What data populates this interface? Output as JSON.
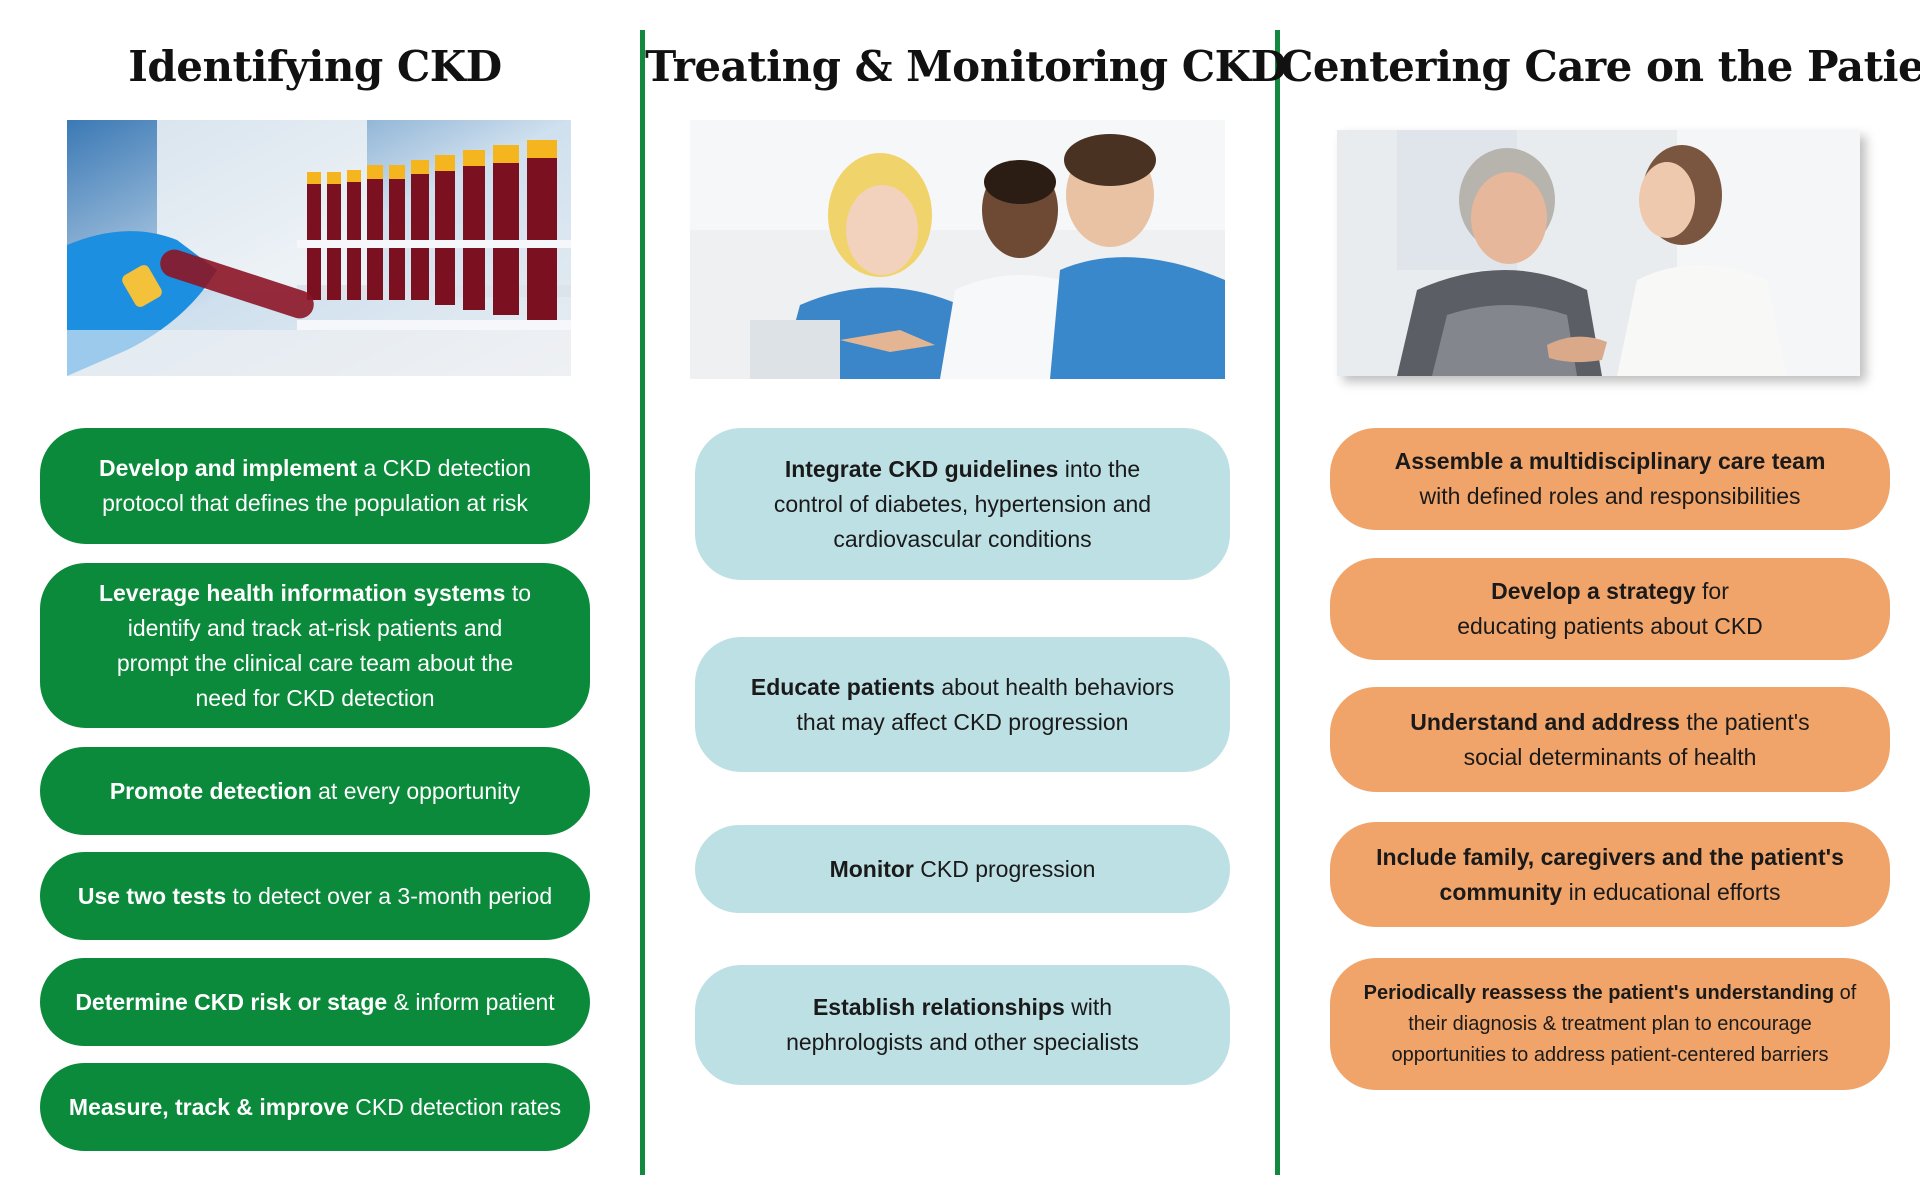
{
  "columns": [
    {
      "title": "Identifying CKD",
      "image": "blood-sample-tubes-photo",
      "cards": [
        {
          "bold": "Develop and implement",
          "rest": " a CKD detection protocol that defines the population at risk"
        },
        {
          "bold": "Leverage health information systems",
          "rest": " to identify and track at-risk patients and prompt the clinical care team about the need for CKD detection"
        },
        {
          "bold": "Promote detection",
          "rest": " at every opportunity"
        },
        {
          "bold": "Use two tests",
          "rest": " to detect over a 3-month period"
        },
        {
          "bold": "Determine CKD risk or stage",
          "rest": " & inform patient"
        },
        {
          "bold": "Measure, track & improve",
          "rest": " CKD detection rates"
        }
      ]
    },
    {
      "title": "Treating & Monitoring CKD",
      "image": "clinicians-reviewing-photo",
      "cards": [
        {
          "bold": "Integrate CKD guidelines",
          "rest": " into the control of diabetes, hypertension and cardiovascular conditions"
        },
        {
          "bold": "Educate patients",
          "rest": " about health behaviors that may affect CKD progression"
        },
        {
          "bold": "Monitor",
          "rest": " CKD progression"
        },
        {
          "bold": "Establish relationships",
          "rest": " with nephrologists and other specialists"
        }
      ]
    },
    {
      "title": "Centering Care on the Patient",
      "image": "patient-consultation-photo",
      "cards": [
        {
          "bold": "Assemble a multidisciplinary care team",
          "rest": " with defined roles and responsibilities"
        },
        {
          "bold": "Develop a strategy",
          "rest": " for educating patients about CKD"
        },
        {
          "bold": "Understand and address",
          "rest": " the patient's social determinants of health"
        },
        {
          "bold": "Include family, caregivers and the patient's community",
          "rest": " in educational efforts"
        },
        {
          "bold": "Periodically reassess the patient's understanding",
          "rest": " of their diagnosis & treatment plan to encourage opportunities to address patient-centered barriers"
        }
      ]
    }
  ],
  "colors": {
    "divider": "#13893f",
    "green_card": "#0a8a3a",
    "blue_card": "#bde0e4",
    "orange_card": "#f0a46a"
  }
}
